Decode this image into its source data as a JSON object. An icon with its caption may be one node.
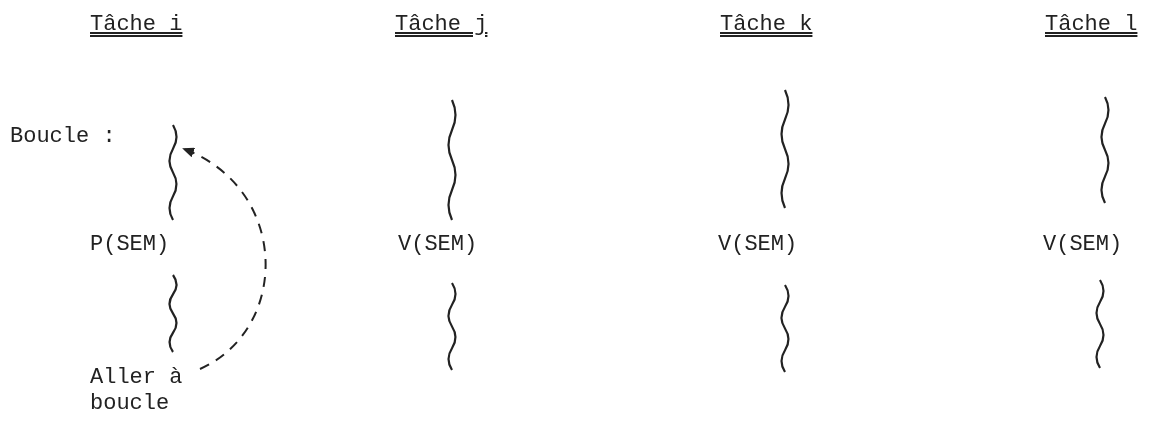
{
  "diagram": {
    "nodes": [
      {
        "text": [
          "Aller à boucle"
        ]
      },
      {
        "text": [],
        "shape": "line"
      }
    ],
    "edges": [
      {
        "from": 0,
        "to": 1,
        "arrow": "to",
        "style": "dashed"
      }
    ],
    "labels": [
      "Tâche i",
      "Tâche j",
      "Tâche k",
      "Tâche l",
      "Boucle :",
      "P(SEM)",
      "V(SEM)",
      "V(SEM)",
      "V(SEM)"
    ]
  }
}
